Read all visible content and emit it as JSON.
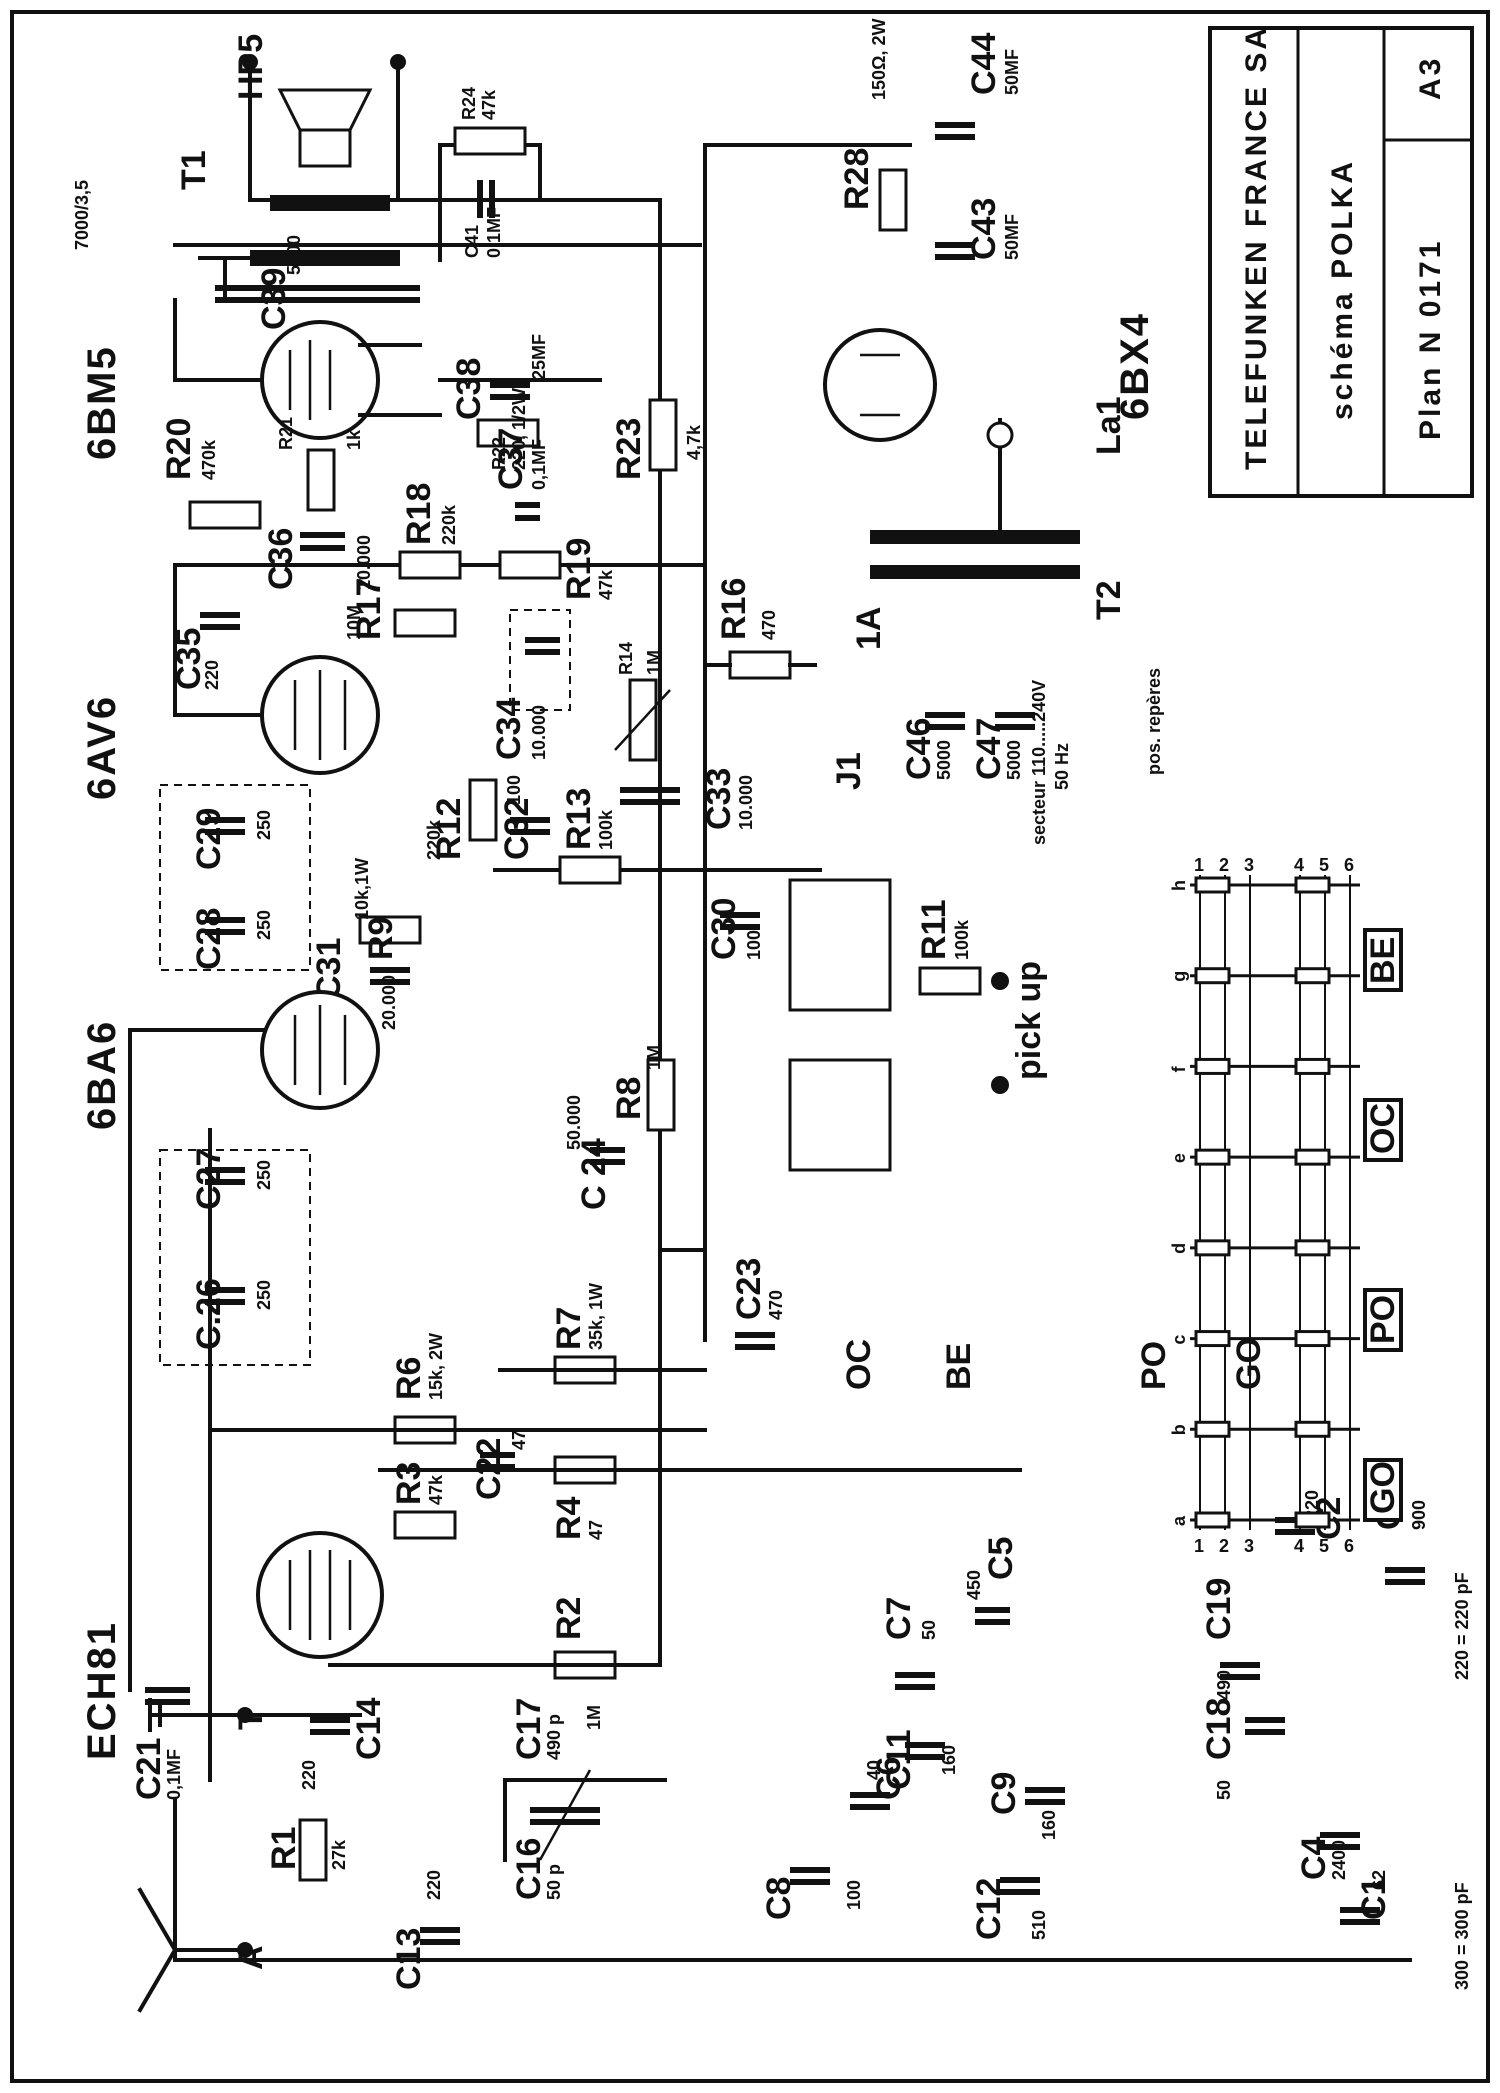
{
  "title_block": {
    "company": "TELEFUNKEN FRANCE SA",
    "schema": "schéma POLKA",
    "plan": "Plan N 0171",
    "sheet": "A3"
  },
  "tubes": [
    "ECH81",
    "6BA6",
    "6AV6",
    "6BM5",
    "6BX4"
  ],
  "labels": {
    "hp": "HP5",
    "t1": "T1",
    "t1_ratio": "7000/3,5",
    "t2": "T2",
    "la1": "La1",
    "ant": "A",
    "earth": "T",
    "pickup": "pick up",
    "j1": "J1",
    "one_a": "1A",
    "secteur": "secteur 110.....240V",
    "freq": "50 Hz",
    "oc": "OC",
    "be": "BE",
    "po": "PO",
    "go": "GO",
    "pos_reperes": "pos. repères",
    "note": "220 = 220 pF",
    "note2": "300 = 300 pF"
  },
  "components": {
    "R1": "R1",
    "R1v": "27k",
    "C13": "C13",
    "C13v": "220",
    "C16": "C16",
    "C16v": "50 p",
    "C17": "C17",
    "C17v": "490 p",
    "C8": "C8",
    "C8v": "100",
    "C6": "C6",
    "C6v": "40",
    "C12": "C12",
    "C12v": "510",
    "C9": "C9",
    "C9v": "160",
    "C14": "C14",
    "C14v": "220",
    "C21": "C21",
    "C21v": "0,1MF",
    "C11": "C11",
    "C11v": "160",
    "C7": "C7",
    "C7v": "50",
    "C5": "C5",
    "C5v": "450",
    "C4": "C4",
    "C4v": "2400",
    "C1": "C1",
    "C1v": "62",
    "C18": "C18",
    "C18v": "50",
    "C19": "C19",
    "C19v": "490",
    "C2": "C2",
    "C2v": "220",
    "C3": "C3",
    "C3v": "900",
    "R2": "R2",
    "R2v": "1M",
    "R3": "R3",
    "R3v": "47k",
    "C22": "C22",
    "C22v": "47",
    "R4": "R4",
    "R4v": "47",
    "R6": "R6",
    "R6v": "15k, 2W",
    "R7": "R7",
    "R7v": "35k, 1W",
    "C23": "C23",
    "C23v": "470",
    "C26": "C.26",
    "C26v": "250",
    "C27": "C27",
    "C27v": "250",
    "C24": "C 24",
    "C24v": "50.000",
    "R8": "R8",
    "R8v": "1M",
    "C28": "C28",
    "C28v": "250",
    "C29": "C29",
    "C29v": "250",
    "C30": "C30",
    "C30v": "100",
    "C31": "C31",
    "C31v": "20.000",
    "R9": "R9",
    "R9v": "10k,1W",
    "R11": "R11",
    "R11v": "100k",
    "R12": "R12",
    "R12v": "220k",
    "C32": "C32",
    "C32v": "100",
    "R13": "R13",
    "R13v": "100k",
    "C33": "C33",
    "C33v": "10.000",
    "C34": "C34",
    "C34v": "10.000",
    "R14": "R14",
    "R14v": "1M",
    "C35": "C35",
    "C35v": "220",
    "R17": "R17",
    "R17v": "10M",
    "R16": "R16",
    "R16v": "470",
    "R18": "R18",
    "R18v": "220k",
    "R19": "R19",
    "R19v": "47k",
    "C37": "C37",
    "C37v": "0,1MF",
    "C36": "C36",
    "C36v": "10.000",
    "R20": "R20",
    "R20v": "470k",
    "R21": "R21",
    "R21v": "1k",
    "R22": "R22",
    "R22v": "220, 1/2W",
    "C38": "C38",
    "C38v": "25MF",
    "C39": "C39",
    "C39v": "5000",
    "C41": "C41",
    "C41v": "0,1MF",
    "R24": "R24",
    "R24v": "47k",
    "R23": "R23",
    "R23v": "4,7k",
    "R28": "R28",
    "R28v": "150Ω, 2W",
    "C43": "C43",
    "C43v": "50MF",
    "C44": "C44",
    "C44v": "50MF",
    "C46": "C46",
    "C46v": "5000",
    "C47": "C47",
    "C47v": "5000"
  },
  "switch_table": {
    "columns": [
      "a",
      "b",
      "c",
      "d",
      "e",
      "f",
      "g",
      "h"
    ],
    "rows": [
      "1",
      "2",
      "3",
      "4",
      "5",
      "6"
    ],
    "bands": [
      "GO",
      "PO",
      "OC",
      "BE"
    ]
  }
}
